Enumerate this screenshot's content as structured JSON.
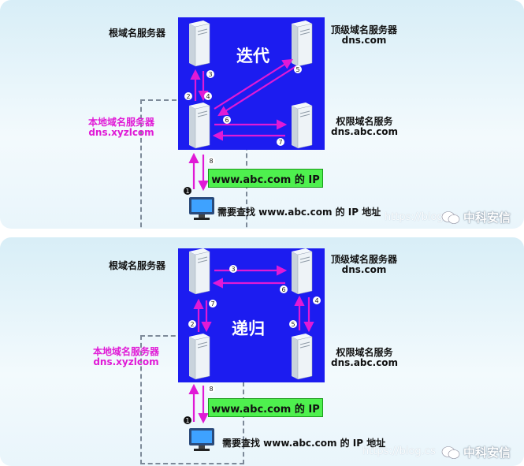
{
  "iterative": {
    "mode": "迭代",
    "root_server": "根域名服务器",
    "tld_server": {
      "name": "顶级域名服务器",
      "host": "dns.com"
    },
    "auth_server": {
      "name": "权限域名服务",
      "host": "dns.abc.com"
    },
    "local_server": {
      "name": "本地域名服务器",
      "host": "dns.xyzlcom"
    },
    "answer": "www.abc.com 的 IP",
    "client_query": "需要查找 www.abc.com 的 IP 地址",
    "steps": [
      "1",
      "2",
      "3",
      "4",
      "5",
      "6",
      "7",
      "8"
    ]
  },
  "recursive": {
    "mode": "递归",
    "root_server": "根域名服务器",
    "tld_server": {
      "name": "顶级域名服务器",
      "host": "dns.com"
    },
    "auth_server": {
      "name": "权限域名服务",
      "host": "dns.abc.com"
    },
    "local_server": {
      "name": "本地域名服务器",
      "host": "dns.xyzlcom"
    },
    "answer": "www.abc.com 的 IP",
    "client_query": "需要查找 www.abc.com 的 IP 地址",
    "steps": [
      "1",
      "2",
      "3",
      "4",
      "5",
      "6",
      "7",
      "8"
    ]
  },
  "watermark": {
    "url": "https://blog.cs",
    "brand": "中科安信"
  },
  "colors": {
    "blue_box": "#1c1cf0",
    "arrow": "#e01ad6",
    "answer_box": "#4ef04e",
    "label_magenta": "#e01ad6"
  },
  "icons": [
    "server-icon",
    "computer-icon",
    "wechat-icon"
  ]
}
